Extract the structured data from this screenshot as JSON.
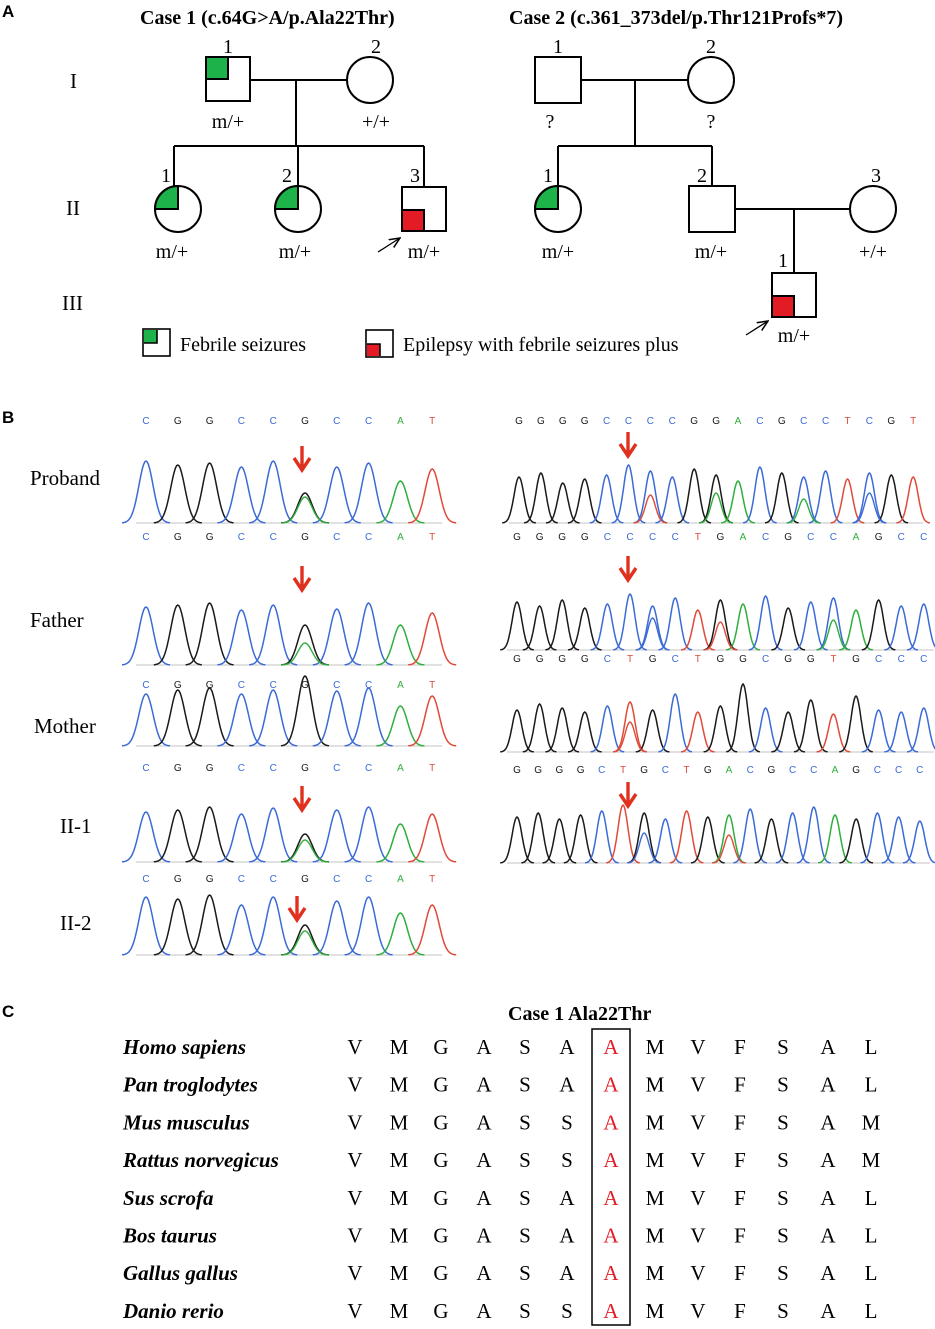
{
  "panels": {
    "a": "A",
    "b": "B",
    "c": "C"
  },
  "colors": {
    "green": "#1db24a",
    "red": "#e21b24",
    "arrow": "#e0301e",
    "base_A": "#2fae3c",
    "base_C": "#3b6bd6",
    "base_G": "#1a1a1a",
    "base_T": "#e04a3a"
  },
  "pedigree": {
    "case1_title": "Case 1 (c.64G>A/p.Ala22Thr)",
    "case2_title": "Case 2 (c.361_373del/p.Thr121Profs*7)",
    "generations": [
      "I",
      "II",
      "III"
    ],
    "case1": {
      "I1": {
        "num": "1",
        "geno": "m/+"
      },
      "I2": {
        "num": "2",
        "geno": "+/+"
      },
      "II1": {
        "num": "1",
        "geno": "m/+"
      },
      "II2": {
        "num": "2",
        "geno": "m/+"
      },
      "II3": {
        "num": "3",
        "geno": "m/+"
      }
    },
    "case2": {
      "I1": {
        "num": "1",
        "geno": "?"
      },
      "I2": {
        "num": "2",
        "geno": "?"
      },
      "II1": {
        "num": "1",
        "geno": "m/+"
      },
      "II2": {
        "num": "2",
        "geno": "m/+"
      },
      "II3": {
        "num": "3",
        "geno": "+/+"
      },
      "III1": {
        "num": "1",
        "geno": "m/+"
      }
    },
    "legend": {
      "febrile": "Febrile seizures",
      "efs": "Epilepsy with febrile seizures plus"
    }
  },
  "sequencing": {
    "samples": [
      "Proband",
      "Father",
      "Mother",
      "II-1",
      "II-2"
    ],
    "case1_seq_top": [
      "C",
      "G",
      "G",
      "C",
      "C",
      "G",
      "C",
      "C",
      "A",
      "T"
    ],
    "case1_seqs": [
      [
        "C",
        "G",
        "G",
        "C",
        "C",
        "G",
        "C",
        "C",
        "A",
        "T"
      ],
      [
        "C",
        "G",
        "G",
        "C",
        "C",
        "G",
        "C",
        "C",
        "A",
        "T"
      ],
      [
        "C",
        "G",
        "G",
        "C",
        "C",
        "G",
        "C",
        "C",
        "A",
        "T"
      ],
      [
        "C",
        "G",
        "G",
        "C",
        "C",
        "G",
        "C",
        "C",
        "A",
        "T"
      ]
    ],
    "case2_seq_top": [
      "G",
      "G",
      "G",
      "G",
      "C",
      "C",
      "C",
      "C",
      "G",
      "G",
      "A",
      "C",
      "G",
      "C",
      "C",
      "T",
      "C",
      "G",
      "T"
    ],
    "case2_seqs": [
      [
        "G",
        "G",
        "G",
        "G",
        "C",
        "C",
        "C",
        "C",
        "T",
        "G",
        "A",
        "C",
        "G",
        "C",
        "C",
        "A",
        "G",
        "C",
        "C"
      ],
      [
        "G",
        "G",
        "G",
        "G",
        "C",
        "T",
        "G",
        "C",
        "T",
        "G",
        "G",
        "C",
        "G",
        "G",
        "T",
        "G",
        "C",
        "C",
        "C"
      ],
      [
        "G",
        "G",
        "G",
        "G",
        "C",
        "T",
        "G",
        "C",
        "T",
        "G",
        "A",
        "C",
        "G",
        "C",
        "C",
        "A",
        "G",
        "C",
        "C",
        "C"
      ]
    ]
  },
  "conservation": {
    "title": "Case 1 Ala22Thr",
    "rows": [
      {
        "species": "Homo sapiens",
        "seq": [
          "V",
          "M",
          "G",
          "A",
          "S",
          "A",
          "A",
          "M",
          "V",
          "F",
          "S",
          "A",
          "L"
        ]
      },
      {
        "species": "Pan troglodytes",
        "seq": [
          "V",
          "M",
          "G",
          "A",
          "S",
          "A",
          "A",
          "M",
          "V",
          "F",
          "S",
          "A",
          "L"
        ]
      },
      {
        "species": "Mus musculus",
        "seq": [
          "V",
          "M",
          "G",
          "A",
          "S",
          "S",
          "A",
          "M",
          "V",
          "F",
          "S",
          "A",
          "M"
        ]
      },
      {
        "species": "Rattus norvegicus",
        "seq": [
          "V",
          "M",
          "G",
          "A",
          "S",
          "S",
          "A",
          "M",
          "V",
          "F",
          "S",
          "A",
          "M"
        ]
      },
      {
        "species": "Sus scrofa",
        "seq": [
          "V",
          "M",
          "G",
          "A",
          "S",
          "A",
          "A",
          "M",
          "V",
          "F",
          "S",
          "A",
          "L"
        ]
      },
      {
        "species": "Bos taurus",
        "seq": [
          "V",
          "M",
          "G",
          "A",
          "S",
          "A",
          "A",
          "M",
          "V",
          "F",
          "S",
          "A",
          "L"
        ]
      },
      {
        "species": "Gallus gallus",
        "seq": [
          "V",
          "M",
          "G",
          "A",
          "S",
          "A",
          "A",
          "M",
          "V",
          "F",
          "S",
          "A",
          "L"
        ]
      },
      {
        "species": "Danio rerio",
        "seq": [
          "V",
          "M",
          "G",
          "A",
          "S",
          "S",
          "A",
          "M",
          "V",
          "F",
          "S",
          "A",
          "L"
        ]
      }
    ]
  }
}
